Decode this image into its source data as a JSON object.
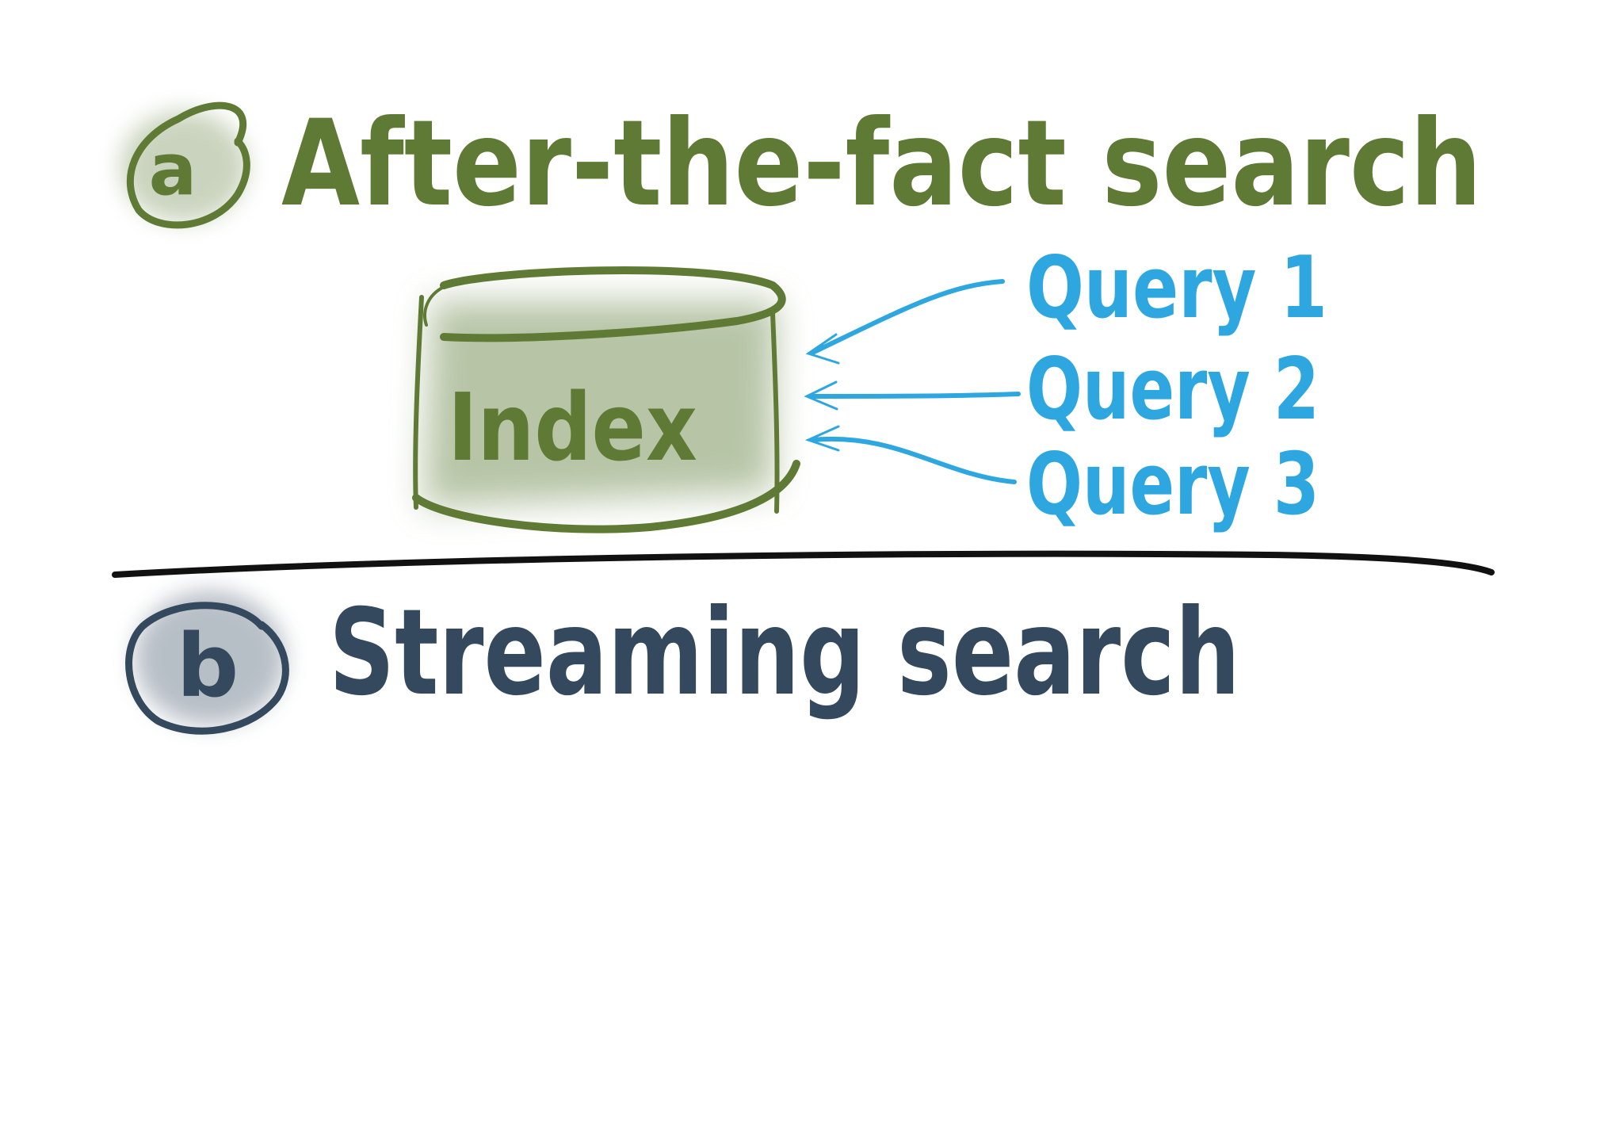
{
  "section_a": {
    "marker": "a",
    "title": "After-the-fact search",
    "index_label": "Index",
    "queries": [
      "Query 1",
      "Query 2",
      "Query 3"
    ]
  },
  "section_b": {
    "marker": "b",
    "title": "Streaming search"
  },
  "colors": {
    "green": "#5f7a34",
    "green_wash": "#8aa070",
    "blue": "#2ea7e0",
    "slate": "#34495e",
    "divider": "#111111"
  }
}
